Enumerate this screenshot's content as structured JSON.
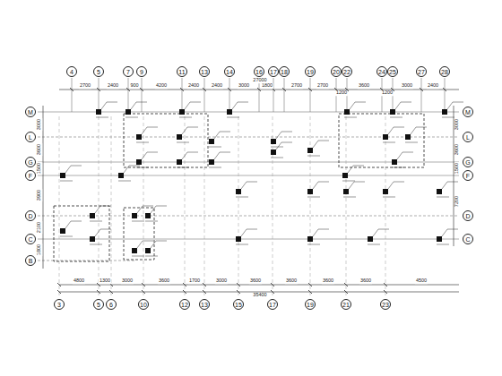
{
  "diagram": {
    "nodes": [
      {
        "text": [
          "4"
        ]
      },
      {
        "text": [
          "5"
        ]
      },
      {
        "text": [
          "7"
        ]
      },
      {
        "text": [
          "9"
        ]
      },
      {
        "text": [
          "11"
        ]
      },
      {
        "text": [
          "13"
        ]
      },
      {
        "text": [
          "14"
        ]
      },
      {
        "text": [
          "16"
        ]
      },
      {
        "text": [
          "17"
        ]
      },
      {
        "text": [
          "18"
        ]
      },
      {
        "text": [
          "19"
        ]
      },
      {
        "text": [
          "20"
        ]
      },
      {
        "text": [
          "22"
        ]
      },
      {
        "text": [
          "24"
        ]
      },
      {
        "text": [
          "25"
        ]
      },
      {
        "text": [
          "27"
        ]
      },
      {
        "text": [
          "28"
        ]
      },
      {
        "text": [
          "M"
        ]
      },
      {
        "text": [
          "L"
        ]
      },
      {
        "text": [
          "G"
        ]
      },
      {
        "text": [
          "F"
        ]
      },
      {
        "text": [
          "D"
        ]
      },
      {
        "text": [
          "C"
        ]
      },
      {
        "text": [
          "B"
        ]
      },
      {
        "text": [
          "M"
        ]
      },
      {
        "text": [
          "L"
        ]
      },
      {
        "text": [
          "G"
        ]
      },
      {
        "text": [
          "F"
        ]
      },
      {
        "text": [
          "D"
        ]
      },
      {
        "text": [
          "C"
        ]
      },
      {
        "text": [
          "3"
        ]
      },
      {
        "text": [
          "5"
        ]
      },
      {
        "text": [
          "6"
        ]
      },
      {
        "text": [
          "10"
        ]
      },
      {
        "text": [
          "12"
        ]
      },
      {
        "text": [
          "13"
        ]
      },
      {
        "text": [
          "15"
        ]
      },
      {
        "text": [
          "17"
        ]
      },
      {
        "text": [
          "19"
        ]
      },
      {
        "text": [
          "21"
        ]
      },
      {
        "text": [
          "23"
        ]
      }
    ],
    "labels": [
      "2700",
      "2400",
      "900",
      "4200",
      "2400",
      "2400",
      "3000",
      "1800",
      "2700",
      "2700",
      "1200",
      "3600",
      "1200",
      "3000",
      "2400",
      "27000",
      "4800",
      "1300",
      "3000",
      "3600",
      "1700",
      "3000",
      "3600",
      "3600",
      "3600",
      "3600",
      "4500",
      "35400",
      "3000",
      "3600",
      "1500",
      "3900",
      "2100",
      "1800",
      "3000",
      "3600",
      "1500",
      "7200"
    ]
  }
}
